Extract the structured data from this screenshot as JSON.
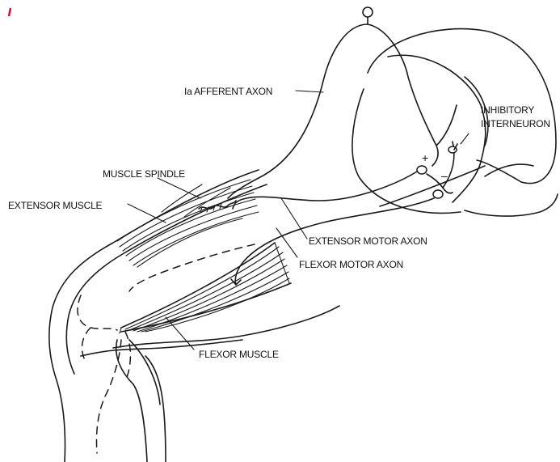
{
  "labels": {
    "afferent": "Ia AFFERENT AXON",
    "spindle": "MUSCLE SPINDLE",
    "extensor_muscle": "EXTENSOR MUSCLE",
    "inhibitory_1": "INHIBITORY",
    "inhibitory_2": "INTERNEURON",
    "extensor_axon": "EXTENSOR MOTOR AXON",
    "flexor_axon": "FLEXOR MOTOR AXON",
    "flexor_muscle": "FLEXOR MUSCLE"
  },
  "signs": {
    "excitatory": "+",
    "inhibitory": "–"
  },
  "colors": {
    "ink": "#1a1a1a",
    "background": "#ffffff"
  }
}
